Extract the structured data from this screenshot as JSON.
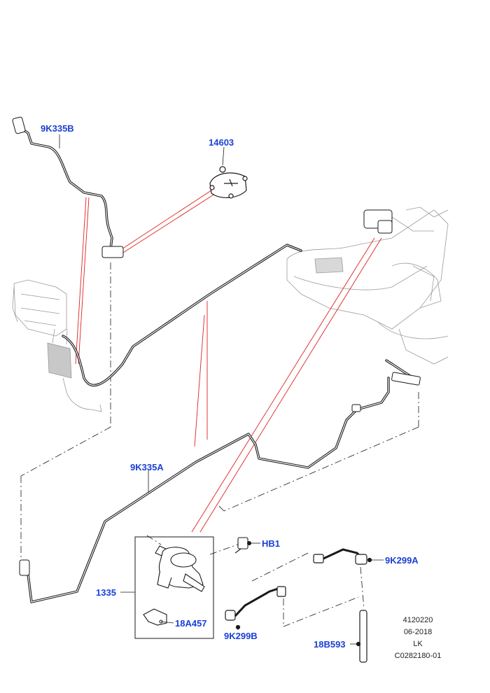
{
  "callouts": {
    "c_9k335b": "9K335B",
    "c_14603": "14603",
    "c_9k335a": "9K335A",
    "c_1335": "1335",
    "c_hb1": "HB1",
    "c_9k299a": "9K299A",
    "c_9k299b": "9K299B",
    "c_18a457": "18A457",
    "c_18b593": "18B593"
  },
  "info": {
    "number": "4120220",
    "date": "06-2018",
    "initials": "LK",
    "drawing_id": "C0282180-01"
  },
  "colors": {
    "callout": "#1a3fd6",
    "leader_red": "#e02020",
    "line": "#1a1a1a",
    "ghost": "#9a9a9a"
  }
}
